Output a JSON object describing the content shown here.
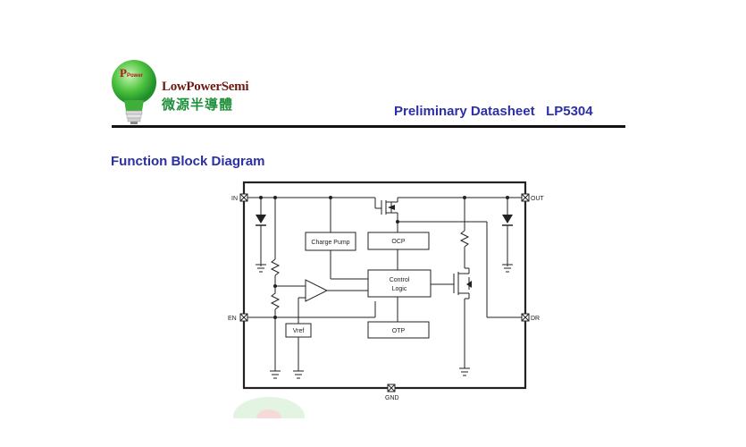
{
  "header": {
    "brand_english": "LowPowerSemi",
    "brand_chinese": "微源半導體",
    "logo_text": "Power",
    "doc_title": "Preliminary Datasheet   LP5304",
    "logo_icon": "lightbulb-logo-icon",
    "colors": {
      "title_blue": "#2b2fa8",
      "brand_green": "#1f8f3a",
      "brand_red": "#6b1a12"
    }
  },
  "section": {
    "title": "Function Block Diagram"
  },
  "diagram": {
    "pins": {
      "in": "IN",
      "out": "OUT",
      "en": "EN",
      "dr": "DR",
      "gnd": "GND"
    },
    "blocks": {
      "charge_pump": "Charge Pump",
      "ocp": "OCP",
      "control_logic_line1": "Control",
      "control_logic_line2": "Logic",
      "vref": "Vref",
      "otp": "OTP"
    }
  }
}
